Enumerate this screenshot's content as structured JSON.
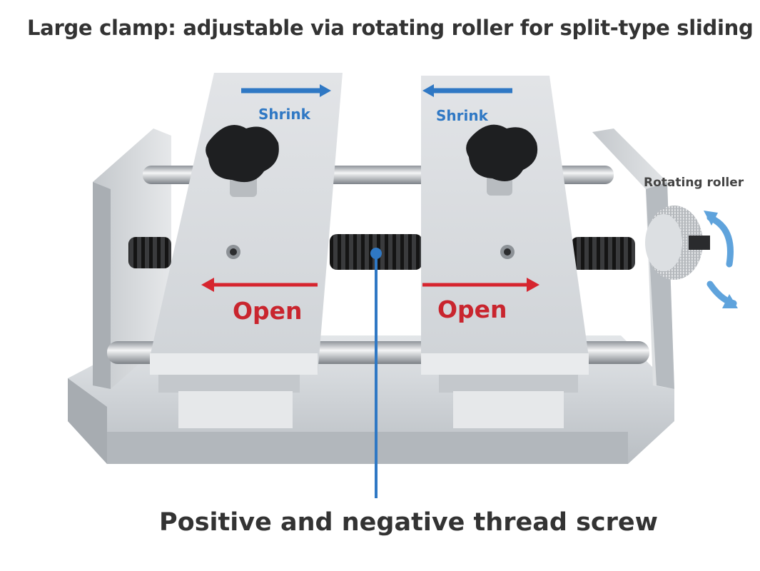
{
  "title": "Large clamp: adjustable via rotating roller for split-type sliding",
  "labels": {
    "shrink_left": "Shrink",
    "shrink_right": "Shrink",
    "open_left": "Open",
    "open_right": "Open",
    "rotating_roller": "Rotating roller",
    "screw_caption": "Positive and negative thread screw"
  },
  "colors": {
    "shrink": "#2f78c4",
    "open": "#c9252e",
    "title_text": "#333333",
    "metal": "#c9cdd1"
  }
}
